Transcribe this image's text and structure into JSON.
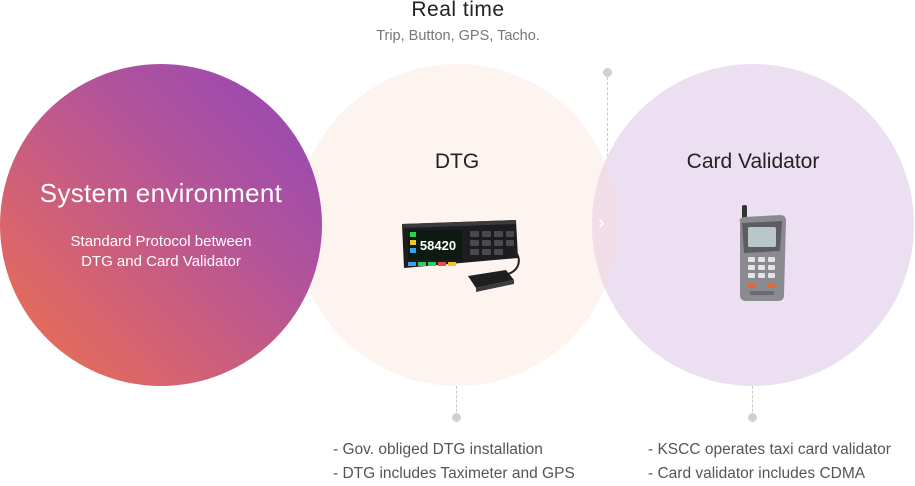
{
  "realtime": {
    "title": "Real time",
    "subtitle": "Trip, Button, GPS, Tacho."
  },
  "system": {
    "title": "System environment",
    "line1": "Standard Protocol between",
    "line2": "DTG and Card Validator"
  },
  "dtg": {
    "title": "DTG",
    "display_value": "58420",
    "notes": [
      "Gov. obliged DTG installation",
      "DTG includes Taximeter and GPS"
    ]
  },
  "card": {
    "title": "Card Validator",
    "notes": [
      "KSCC operates taxi card validator",
      "Card validator includes CDMA"
    ]
  },
  "colors": {
    "system_gradient_start": "#8b3fb6",
    "system_gradient_end": "#ea6e3c",
    "dtg_circle": "#fdf3ef",
    "card_circle": "#ecdff2"
  },
  "icons": {
    "connector": "chevron-right-icon"
  }
}
